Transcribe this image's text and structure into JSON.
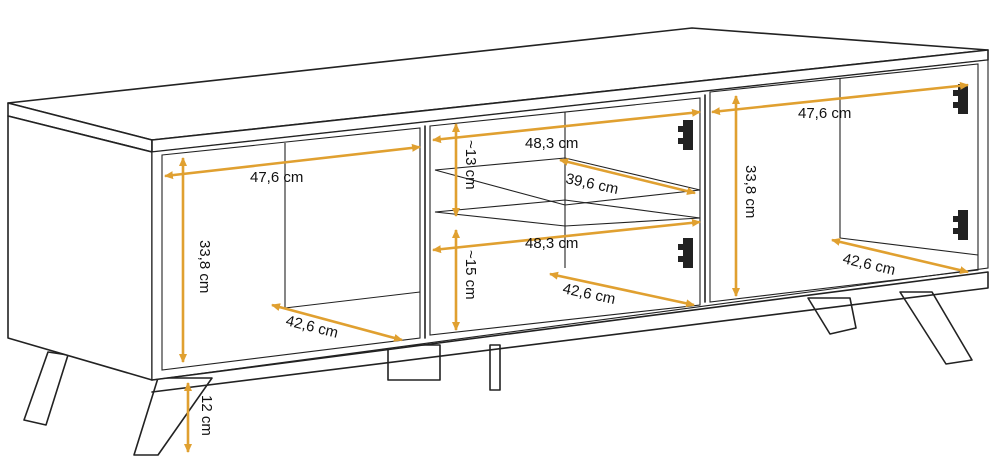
{
  "colors": {
    "dimension": "#e0a030",
    "outline": "#222222",
    "background": "#ffffff"
  },
  "dimensions": {
    "left_width": "47,6 cm",
    "left_height": "33,8 cm",
    "left_depth": "42,6 cm",
    "middle_top_width": "48,3 cm",
    "middle_top_height": "~13 cm",
    "middle_shelf_depth": "39,6 cm",
    "middle_bottom_width": "48,3 cm",
    "middle_bottom_height": "~15 cm",
    "middle_depth": "42,6 cm",
    "right_width": "47,6 cm",
    "right_height": "33,8 cm",
    "right_depth": "42,6 cm",
    "leg_height": "12 cm"
  }
}
